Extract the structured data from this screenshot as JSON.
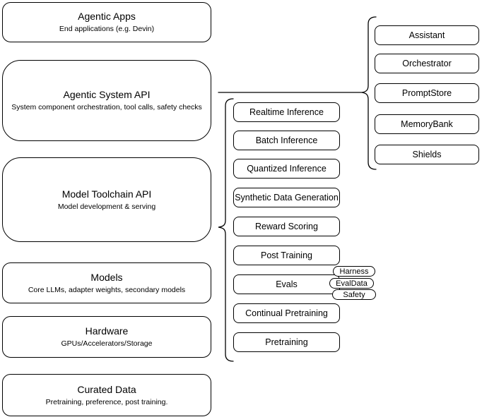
{
  "diagram": {
    "left_stack": [
      {
        "title": "Agentic Apps",
        "subtitle": "End applications (e.g. Devin)"
      },
      {
        "title": "Agentic System API",
        "subtitle": "System component orchestration, tool calls, safety checks"
      },
      {
        "title": "Model Toolchain API",
        "subtitle": "Model development & serving"
      },
      {
        "title": "Models",
        "subtitle": "Core LLMs, adapter weights, secondary models"
      },
      {
        "title": "Hardware",
        "subtitle": "GPUs/Accelerators/Storage"
      },
      {
        "title": "Curated Data",
        "subtitle": "Pretraining, preference, post training."
      }
    ],
    "toolchain_items": [
      "Realtime Inference",
      "Batch Inference",
      "Quantized Inference",
      "Synthetic Data Generation",
      "Reward Scoring",
      "Post Training",
      "Evals",
      "Continual Pretraining",
      "Pretraining"
    ],
    "system_components": [
      "Assistant",
      "Orchestrator",
      "PromptStore",
      "MemoryBank",
      "Shields"
    ],
    "evals_tags": [
      "Harness",
      "EvalData",
      "Safety"
    ],
    "colors": {
      "stroke": "#000000",
      "background": "#ffffff",
      "text": "#000000"
    }
  }
}
